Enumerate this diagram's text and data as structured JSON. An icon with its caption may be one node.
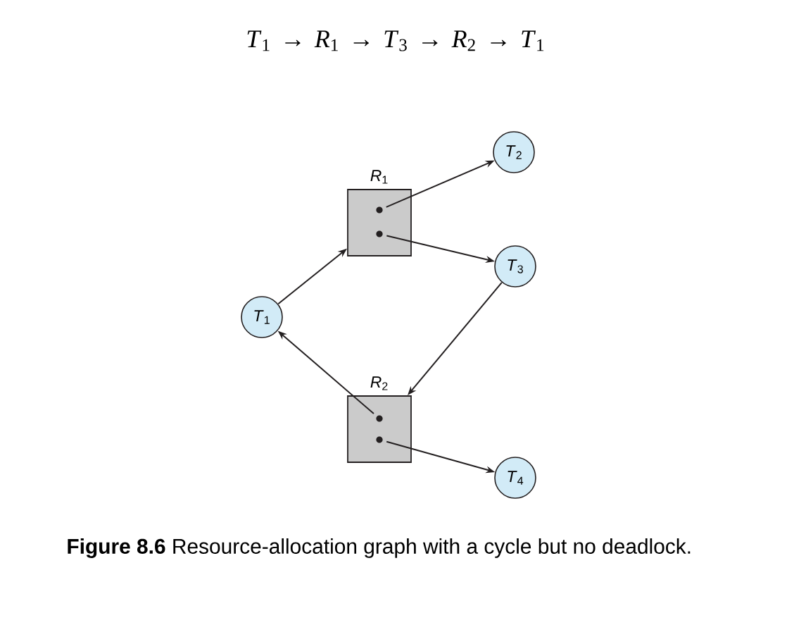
{
  "diagram": {
    "caption": "**Figure 8.6** Resource-allocation graph with a cycle but no deadlock.",
    "nodes": [
      {
        "text": [
          "*T*$_{2}$"
        ]
      },
      {
        "text": [
          "*R*$_{1}$"
        ]
      },
      {
        "text": [],
        "shape": "circle",
        "in": 1
      },
      {
        "text": [],
        "shape": "circle",
        "in": 1
      },
      {
        "text": [
          "*T*$_{3}$"
        ]
      },
      {
        "text": [
          "*T*$_{1}$"
        ]
      },
      {
        "text": [
          "*R*$_{2}$"
        ]
      },
      {
        "text": [],
        "shape": "circle",
        "in": 6
      },
      {
        "text": [],
        "shape": "circle",
        "in": 6
      },
      {
        "text": [
          "*T*$_{4}$"
        ]
      }
    ],
    "edges": [
      {
        "from": 5,
        "to": 1,
        "arrow": "to"
      },
      {
        "from": 2,
        "to": 0,
        "arrow": "to"
      },
      {
        "from": 3,
        "to": 4,
        "arrow": "to"
      },
      {
        "from": 4,
        "to": 6,
        "arrow": "to"
      },
      {
        "from": 7,
        "to": 5,
        "arrow": "to"
      },
      {
        "from": 8,
        "to": 9,
        "arrow": "to"
      }
    ],
    "labels": [
      "*T*$_{1}$ → *R*$_{1}$ → *T*$_{3}$ → *R*$_{2}$ → *T*$_{1}$"
    ]
  }
}
